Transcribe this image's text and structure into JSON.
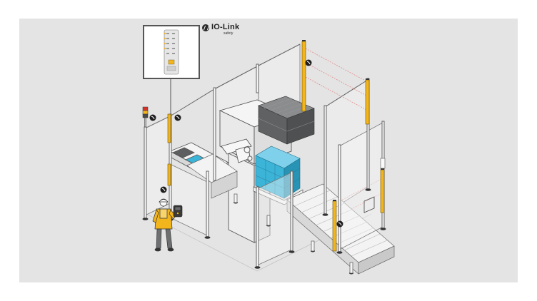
{
  "logo": {
    "brand": "IO-Link",
    "sub": "safety"
  },
  "colors": {
    "panel_bg": "#e4e4e4",
    "safety_yellow": "#f2b51b",
    "product_blue": "#3cb4d8",
    "pallet_dark": "#6e7072",
    "frame_white": "#f7f7f7",
    "outline": "#555555",
    "beam_red": "#e05050"
  },
  "icons": [
    "io-link-icon",
    "safety-laser-symbol",
    "stack-light",
    "operator-figure",
    "control-device"
  ]
}
